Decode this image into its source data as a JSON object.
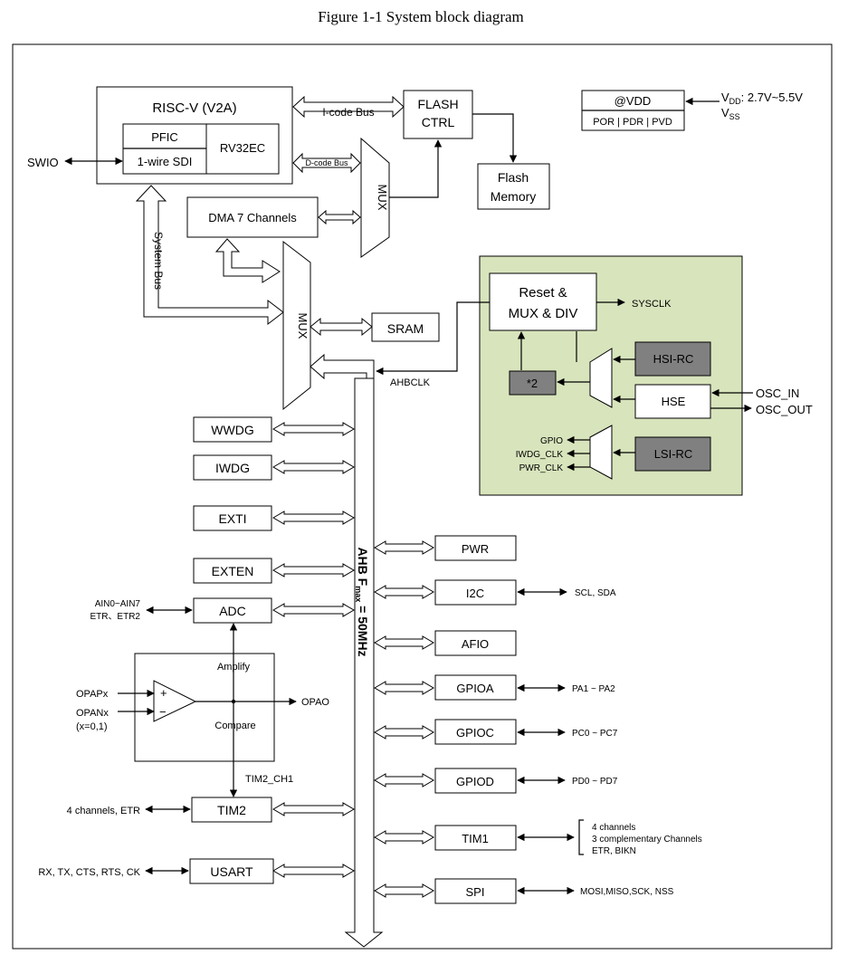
{
  "figure_title": "Figure 1-1 System block diagram",
  "core": {
    "title": "RISC-V (V2A)",
    "pfic": "PFIC",
    "sdi": "1-wire SDI",
    "rv32": "RV32EC",
    "swio": "SWIO",
    "system_bus": "System Bus"
  },
  "flash": {
    "icode_bus": "I-code Bus",
    "dcode_bus": "D-code Bus",
    "ctrl_line1": "FLASH",
    "ctrl_line2": "CTRL",
    "mem_line1": "Flash",
    "mem_line2": "Memory"
  },
  "power": {
    "vdd": "@VDD",
    "monitors": "POR | PDR | PVD",
    "vdd_label": "V",
    "vdd_sub": "DD",
    "vdd_range": ": 2.7V~5.5V",
    "vss_label": "V",
    "vss_sub": "SS"
  },
  "dma": "DMA  7 Channels",
  "mux_label": "MUX",
  "sram": "SRAM",
  "clock": {
    "reset_line1": "Reset &",
    "reset_line2": "MUX & DIV",
    "sysclk": "SYSCLK",
    "ahbclk": "AHBCLK",
    "hsi": "HSI-RC",
    "hse": "HSE",
    "x2": "*2",
    "osc_in": "OSC_IN",
    "osc_out": "OSC_OUT",
    "lsi": "LSI-RC",
    "lsi_outputs": [
      "GPIO",
      "IWDG_CLK",
      "PWR_CLK"
    ],
    "panel_color": "#d8e4bc"
  },
  "bus": {
    "name": "AHB",
    "freq_prefix": "F",
    "freq_sub": "max",
    "freq_value": " = 50MHz"
  },
  "left_periph": {
    "wwdg": "WWDG",
    "iwdg": "IWDG",
    "exti": "EXTI",
    "exten": "EXTEN",
    "adc": "ADC",
    "adc_in1": "AIN0~AIN7",
    "adc_in2": "ETR、ETR2",
    "tim2": "TIM2",
    "tim2_io": "4 channels, ETR",
    "tim2_ch1": "TIM2_CH1",
    "usart": "USART",
    "usart_io": "RX, TX, CTS, RTS, CK"
  },
  "opamp": {
    "amplify": "Amplify",
    "compare": "Compare",
    "opap": "OPAPx",
    "opan": "OPANx",
    "xval": "(x=0,1)",
    "opao": "OPAO",
    "plus": "+",
    "minus": "−"
  },
  "right_periph": {
    "pwr": "PWR",
    "i2c": "I2C",
    "i2c_io": "SCL, SDA",
    "afio": "AFIO",
    "gpioa": "GPIOA",
    "gpioa_io": "PA1 ~ PA2",
    "gpioc": "GPIOC",
    "gpioc_io": "PC0 ~ PC7",
    "gpiod": "GPIOD",
    "gpiod_io": "PD0 ~ PD7",
    "tim1": "TIM1",
    "tim1_io": [
      "4 channels",
      "3 complementary Channels",
      "ETR, BIKN"
    ],
    "spi": "SPI",
    "spi_io": "MOSI,MISO,SCK, NSS"
  }
}
